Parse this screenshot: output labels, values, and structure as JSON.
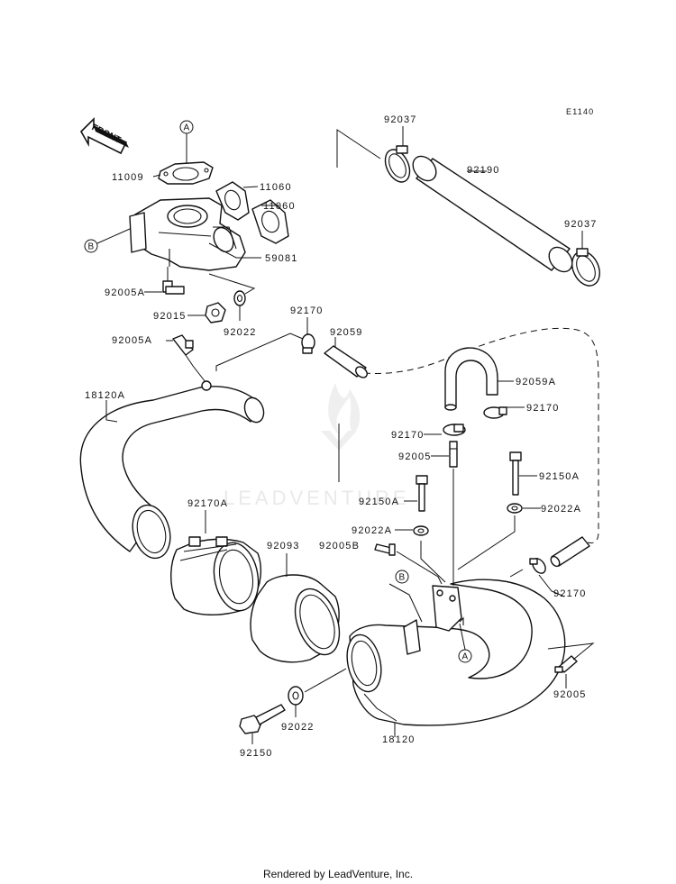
{
  "diagram_code": "E1140",
  "front_label": "FRONT",
  "watermark": "LEADVENTURE",
  "footer": "Rendered by LeadVenture, Inc.",
  "callouts": {
    "a": "A",
    "b": "B"
  },
  "parts": {
    "p11009": "11009",
    "p11060_1": "11060",
    "p11060_2": "11060",
    "p59081": "59081",
    "p92005A_1": "92005A",
    "p92015": "92015",
    "p92022_1": "92022",
    "p92170_1": "92170",
    "p92059": "92059",
    "p92005A_2": "92005A",
    "p18120A": "18120A",
    "p92059A": "92059A",
    "p92170_2": "92170",
    "p92170_3": "92170",
    "p92005_1": "92005",
    "p92150A_1": "92150A",
    "p92150A_2": "92150A",
    "p92022A_1": "92022A",
    "p92022A_2": "92022A",
    "p92170A": "92170A",
    "p92093": "92093",
    "p92005B": "92005B",
    "p92170_4": "92170",
    "p92005_2": "92005",
    "p92022_2": "92022",
    "p92150": "92150",
    "p18120": "18120",
    "p92037_1": "92037",
    "p92190": "92190",
    "p92037_2": "92037"
  }
}
